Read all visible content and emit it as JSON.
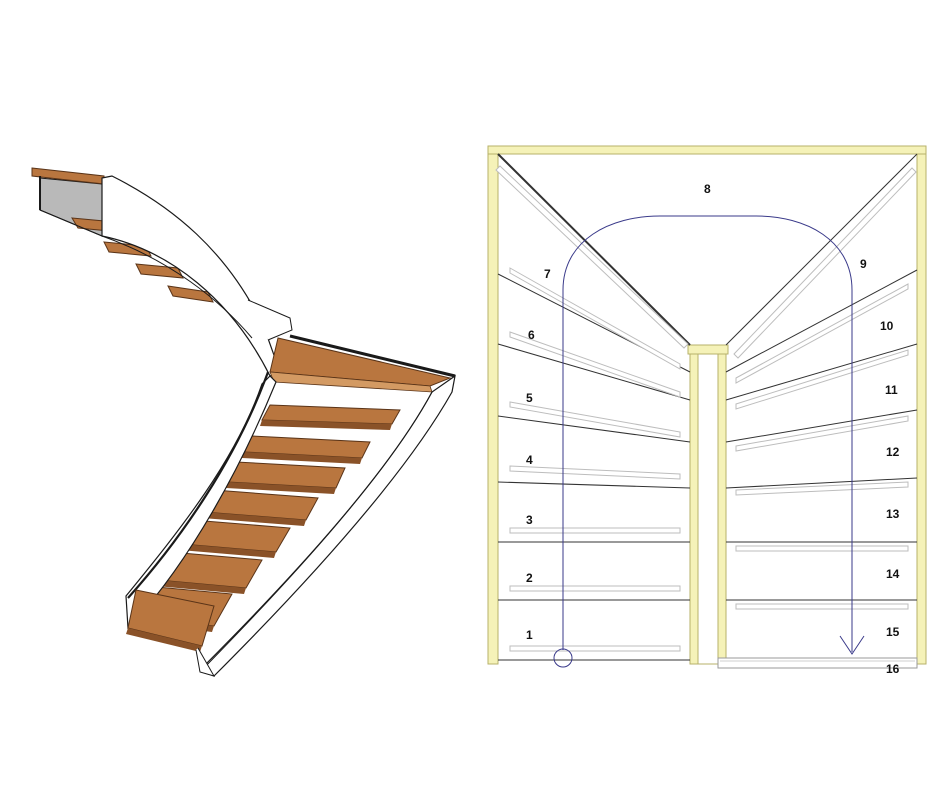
{
  "colors": {
    "background": "#ffffff",
    "wood_top": "#b9763f",
    "wood_edge": "#8a5228",
    "wood_light": "#d39a63",
    "stringer": "#ffffff",
    "outline": "#1a1a1a",
    "glass": "#b9b9b9",
    "post": "#f5f2b8",
    "post_edge": "#b7b16a",
    "walkline": "#3a3a8a",
    "tread_line": "#333333",
    "nosing": "#c8c8c8"
  },
  "plan": {
    "step_numbers": [
      "1",
      "2",
      "3",
      "4",
      "5",
      "6",
      "7",
      "8",
      "9",
      "10",
      "11",
      "12",
      "13",
      "14",
      "15",
      "16"
    ],
    "walkline": {
      "start_symbol": "circle",
      "end_symbol": "arrow"
    }
  }
}
